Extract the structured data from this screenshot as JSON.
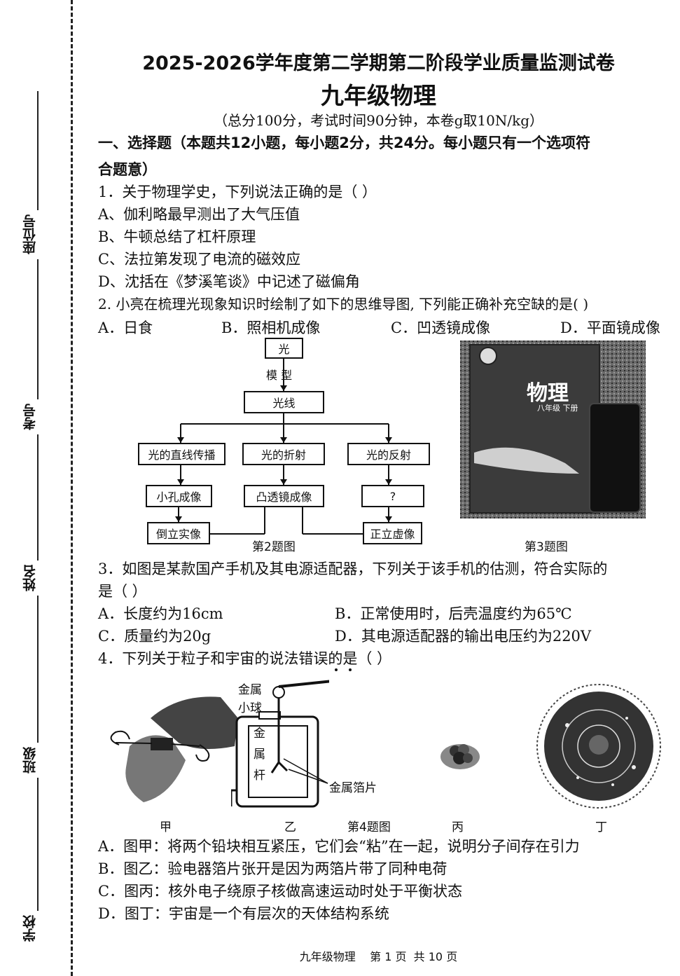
{
  "side": {
    "seat": "座位号",
    "exam_no": "考号",
    "name": "姓名",
    "class": "班级",
    "school": "学校"
  },
  "header": {
    "title": "2025-2026学年度第二学期第二阶段学业质量监测试卷",
    "subject": "九年级物理",
    "note": "（总分100分，考试时间90分钟，本卷g取10N/kg）"
  },
  "section1": {
    "heading_line1": "一、选择题（本题共12小题，每小题2分，共24分。每小题只有一个选项符",
    "heading_line2": "合题意）"
  },
  "q1": {
    "stem": "1．关于物理学史，下列说法正确的是（    ）",
    "options": [
      "A、伽利略最早测出了大气压值",
      "B、牛顿总结了杠杆原理",
      "C、法拉第发现了电流的磁效应",
      "D、沈括在《梦溪笔谈》中记述了磁偏角"
    ]
  },
  "q2": {
    "stem": "2. 小亮在梳理光现象知识时绘制了如下的思维导图, 下列能正确补充空缺的是(    )",
    "options": [
      "A．日食",
      "B．照相机成像",
      "C．凹透镜成像",
      "D．平面镜成像"
    ],
    "map": {
      "root": "光",
      "model": "模    型",
      "ray": "光线",
      "b1": "光的直线传播",
      "b2": "光的折射",
      "b3": "光的反射",
      "c1": "小孔成像",
      "c2": "凸透镜成像",
      "c3": "?",
      "d1": "倒立实像",
      "d3": "正立虚像"
    },
    "caption": "第2题图"
  },
  "fig3": {
    "book_title": "物理",
    "book_sub": "八年级 下册",
    "caption": "第3题图"
  },
  "q3": {
    "stem1": "3．如图是某款国产手机及其电源适配器，下列关于该手机的估测，符合实际的",
    "stem2": "是（    ）",
    "options": [
      "A．长度约为16cm",
      "B．正常使用时，后壳温度约为65℃",
      "C．质量约为20g",
      "D．其电源适配器的输出电压约为220V"
    ]
  },
  "q4": {
    "stem": "4．下列关于粒子和宇宙的说法错误的是（    ）",
    "labels": {
      "ball1": "金属",
      "ball2": "小球",
      "rod1": "金",
      "rod2": "属",
      "rod3": "杆",
      "foil": "金属箔片"
    },
    "fig_names": [
      "甲",
      "乙",
      "丙",
      "丁"
    ],
    "caption": "第4题图",
    "options": [
      "A．图甲：将两个铅块相互紧压，它们会“粘”在一起，说明分子间存在引力",
      "B．图乙：验电器箔片张开是因为两箔片带了同种电荷",
      "C．图丙：核外电子绕原子核做高速运动时处于平衡状态",
      "D．图丁：宇宙是一个有层次的天体结构系统"
    ]
  },
  "footer": "九年级物理    第 1 页  共 10 页"
}
